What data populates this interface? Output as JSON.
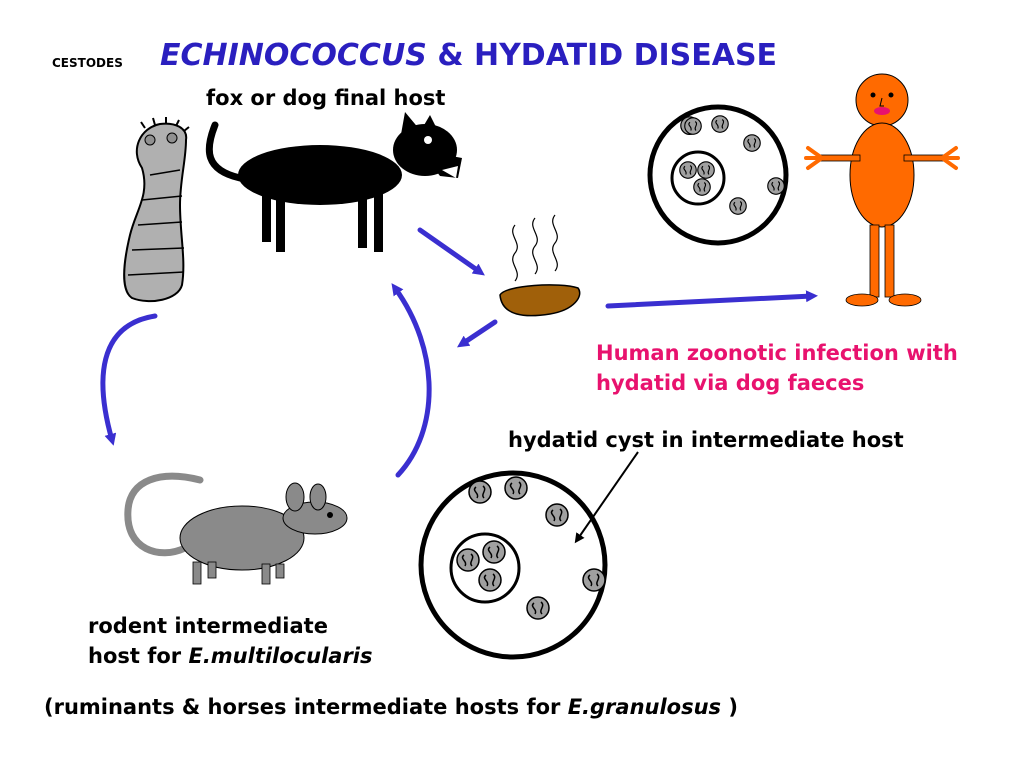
{
  "header": {
    "section": "CESTODES",
    "title_genus": "ECHINOCOCCUS",
    "title_rest": " & HYDATID DISEASE"
  },
  "labels": {
    "final_host": "fox or dog final host",
    "human_line1": "Human zoonotic infection with",
    "human_line2": "hydatid via dog faeces",
    "cyst": "hydatid cyst in intermediate host",
    "rodent_line1": "rodent intermediate",
    "rodent_line2_prefix": "host  for ",
    "rodent_species": "E.multilocularis",
    "ruminants_prefix": "(ruminants & horses intermediate hosts  for ",
    "ruminants_species": "E.granulosus",
    "ruminants_suffix": " )"
  },
  "colors": {
    "title": "#2a1fbf",
    "arrow": "#3a2fd0",
    "human_text": "#e8126e",
    "human_figure": "#ff6a00",
    "faeces": "#a0600a",
    "rodent": "#8a8a8a",
    "worm": "#b0b0b0"
  },
  "icons": [
    "tapeworm-icon",
    "dog-icon",
    "faeces-icon",
    "human-figure-icon",
    "rodent-icon",
    "cyst-icon"
  ]
}
